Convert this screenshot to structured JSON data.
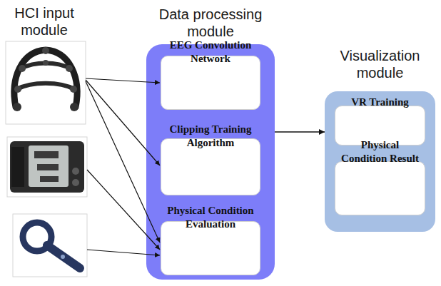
{
  "diagram": {
    "nodes": [
      {
        "text": [
          "Data processing module"
        ]
      },
      {
        "text": [
          "EEG Convolution Network"
        ],
        "in": 0
      },
      {
        "text": [
          "Clipping Training Algorithm"
        ],
        "in": 0
      },
      {
        "text": [
          "Physical Condition Evaluation"
        ],
        "in": 0
      },
      {
        "text": [
          "Visualization module"
        ]
      },
      {
        "text": [
          "VR Training"
        ],
        "in": 4
      },
      {
        "text": [
          "Physical Condition Result"
        ],
        "in": 4
      }
    ],
    "edges": [
      {
        "from": 0,
        "to": 4,
        "arrow": "to"
      }
    ],
    "labels": [
      "HCI input module"
    ]
  }
}
